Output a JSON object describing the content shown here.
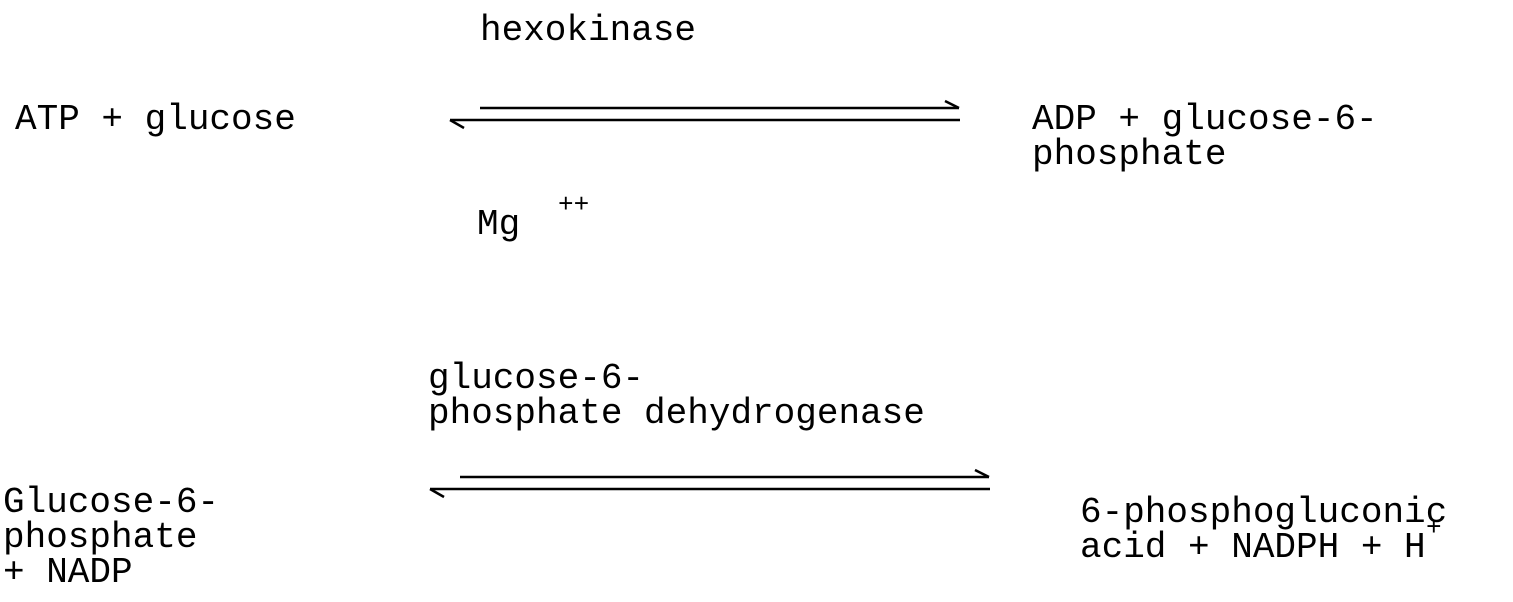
{
  "reaction_1": {
    "enzyme": "hexokinase",
    "reactants": "ATP + glucose",
    "cofactor": "Mg",
    "cofactor_charge": "++",
    "products_line1": "ADP + glucose-6-",
    "products_line2": "phosphate"
  },
  "reaction_2": {
    "enzyme_line1": "glucose-6-",
    "enzyme_line2": "phosphate dehydrogenase",
    "reactants_line1": "Glucose-6-",
    "reactants_line2": "phosphate",
    "reactants_line3": "+ NADP",
    "products_line1": "6-phosphogluconic",
    "products_line2": "acid + NADPH + H",
    "products_charge": "+"
  }
}
